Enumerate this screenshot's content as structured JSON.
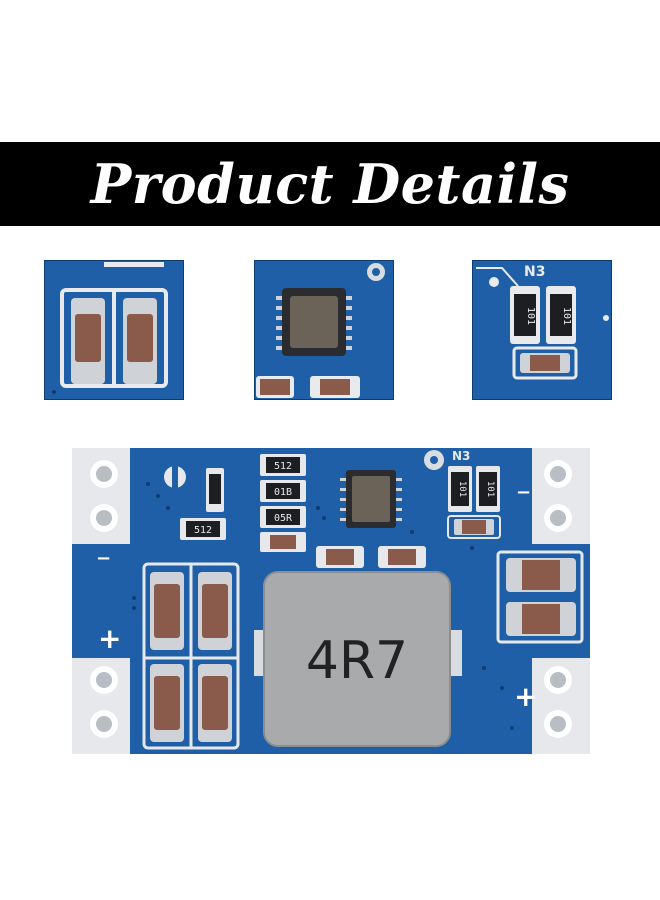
{
  "banner": {
    "title": "Product Details"
  },
  "colors": {
    "pcb_blue": "#1f5fa8",
    "pcb_dark": "#154f8f",
    "pad_silver": "#d9dde2",
    "capacitor_brown": "#8a5a4a",
    "inductor_gray": "#a9aaac",
    "banner_bg": "#000000",
    "banner_text": "#ffffff"
  },
  "silkscreen": {
    "board_marker": "N3",
    "resistor_a": "101",
    "resistor_b": "101",
    "resistor_c": "512",
    "resistor_d": "01B",
    "resistor_e": "05R",
    "resistor_f": "512",
    "inductor_mark": "4R7",
    "plus_left": "+",
    "plus_right": "+",
    "minus_left": "−",
    "minus_right": "−"
  }
}
